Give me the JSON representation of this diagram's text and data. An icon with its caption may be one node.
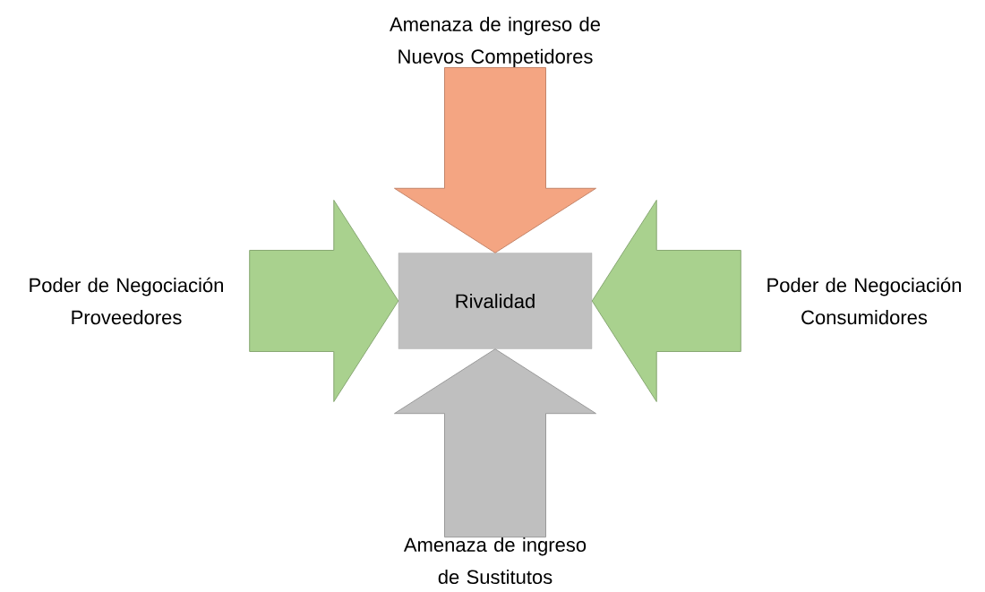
{
  "diagram": {
    "nodes": [
      {
        "text": [
          "Amenaza de ingreso de Nuevos Competidores"
        ]
      },
      {
        "text": [
          "Poder de Negociación Proveedores"
        ]
      },
      {
        "text": [
          "Rivalidad"
        ]
      },
      {
        "text": [
          "Poder de Negociación Consumidores"
        ]
      },
      {
        "text": [
          "Amenaza de ingreso de Sustitutos"
        ]
      }
    ],
    "edges": [
      {
        "from": 0,
        "to": 2,
        "arrow": "to",
        "color": "#f4a582"
      },
      {
        "from": 1,
        "to": 2,
        "arrow": "to",
        "color": "#a9d18e"
      },
      {
        "from": 3,
        "to": 2,
        "arrow": "to",
        "color": "#a9d18e"
      },
      {
        "from": 4,
        "to": 2,
        "arrow": "to",
        "color": "#bfbfbf"
      }
    ]
  }
}
